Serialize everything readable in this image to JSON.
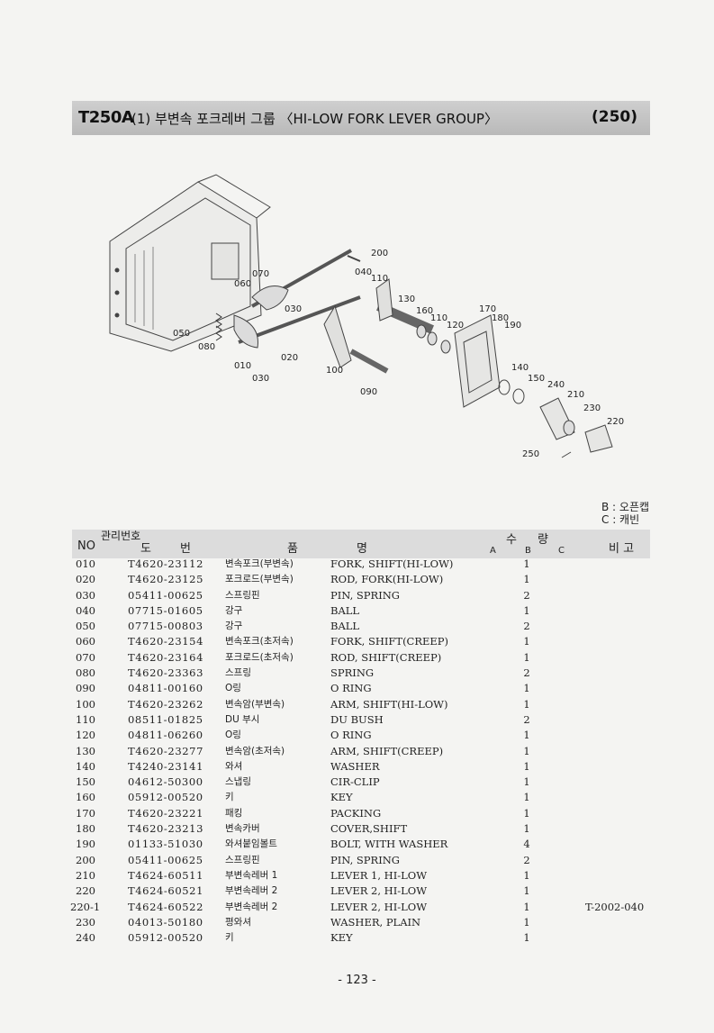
{
  "header": {
    "model": "T250A",
    "title": "(1) 부변속 포크레버 그룹 〈HI-LOW FORK LEVER GROUP〉",
    "page_code": "(250)"
  },
  "diagram": {
    "labels": [
      "200",
      "040",
      "110",
      "070",
      "060",
      "030",
      "130",
      "160",
      "110",
      "120",
      "170",
      "180",
      "190",
      "050",
      "080",
      "010",
      "020",
      "030",
      "100",
      "090",
      "140",
      "150",
      "240",
      "210",
      "230",
      "220",
      "250"
    ]
  },
  "legend": {
    "line_b": "B : 오픈캡",
    "line_c": "C : 캐빈"
  },
  "table": {
    "headers": {
      "no": "NO",
      "mgmt": "관리번호",
      "drawing_1": "도",
      "drawing_2": "번",
      "name_1": "품",
      "name_2": "명",
      "qty_1": "수",
      "qty_2": "량",
      "a": "A",
      "b": "B",
      "c": "C",
      "remarks": "비 고"
    },
    "rows": [
      {
        "no": "010",
        "drawing": "T4620-23112",
        "name_kr": "변속포크(부변속)",
        "name_en": "FORK, SHIFT(HI-LOW)",
        "qty_b": "1",
        "remarks": ""
      },
      {
        "no": "020",
        "drawing": "T4620-23125",
        "name_kr": "포크로드(부변속)",
        "name_en": "ROD, FORK(HI-LOW)",
        "qty_b": "1",
        "remarks": ""
      },
      {
        "no": "030",
        "drawing": "05411-00625",
        "name_kr": "스프링핀",
        "name_en": "PIN, SPRING",
        "qty_b": "2",
        "remarks": ""
      },
      {
        "no": "040",
        "drawing": "07715-01605",
        "name_kr": "강구",
        "name_en": "BALL",
        "qty_b": "1",
        "remarks": ""
      },
      {
        "no": "050",
        "drawing": "07715-00803",
        "name_kr": "강구",
        "name_en": "BALL",
        "qty_b": "2",
        "remarks": ""
      },
      {
        "no": "060",
        "drawing": "T4620-23154",
        "name_kr": "변속포크(초저속)",
        "name_en": "FORK, SHIFT(CREEP)",
        "qty_b": "1",
        "remarks": ""
      },
      {
        "no": "070",
        "drawing": "T4620-23164",
        "name_kr": "포크로드(초저속)",
        "name_en": "ROD, SHIFT(CREEP)",
        "qty_b": "1",
        "remarks": ""
      },
      {
        "no": "080",
        "drawing": "T4620-23363",
        "name_kr": "스프링",
        "name_en": "SPRING",
        "qty_b": "2",
        "remarks": ""
      },
      {
        "no": "090",
        "drawing": "04811-00160",
        "name_kr": "O링",
        "name_en": "O RING",
        "qty_b": "1",
        "remarks": ""
      },
      {
        "no": "100",
        "drawing": "T4620-23262",
        "name_kr": "변속암(부변속)",
        "name_en": "ARM, SHIFT(HI-LOW)",
        "qty_b": "1",
        "remarks": ""
      },
      {
        "no": "110",
        "drawing": "08511-01825",
        "name_kr": "DU 부시",
        "name_en": "DU BUSH",
        "qty_b": "2",
        "remarks": ""
      },
      {
        "no": "120",
        "drawing": "04811-06260",
        "name_kr": "O링",
        "name_en": "O RING",
        "qty_b": "1",
        "remarks": ""
      },
      {
        "no": "130",
        "drawing": "T4620-23277",
        "name_kr": "변속암(초저속)",
        "name_en": "ARM, SHIFT(CREEP)",
        "qty_b": "1",
        "remarks": ""
      },
      {
        "no": "140",
        "drawing": "T4240-23141",
        "name_kr": "와셔",
        "name_en": "WASHER",
        "qty_b": "1",
        "remarks": ""
      },
      {
        "no": "150",
        "drawing": "04612-50300",
        "name_kr": "스냅링",
        "name_en": "CIR-CLIP",
        "qty_b": "1",
        "remarks": ""
      },
      {
        "no": "160",
        "drawing": "05912-00520",
        "name_kr": "키",
        "name_en": "KEY",
        "qty_b": "1",
        "remarks": ""
      },
      {
        "no": "170",
        "drawing": "T4620-23221",
        "name_kr": "패킹",
        "name_en": "PACKING",
        "qty_b": "1",
        "remarks": ""
      },
      {
        "no": "180",
        "drawing": "T4620-23213",
        "name_kr": "변속카버",
        "name_en": "COVER,SHIFT",
        "qty_b": "1",
        "remarks": ""
      },
      {
        "no": "190",
        "drawing": "01133-51030",
        "name_kr": "와셔붙임볼트",
        "name_en": "BOLT, WITH WASHER",
        "qty_b": "4",
        "remarks": ""
      },
      {
        "no": "200",
        "drawing": "05411-00625",
        "name_kr": "스프링핀",
        "name_en": "PIN, SPRING",
        "qty_b": "2",
        "remarks": ""
      },
      {
        "no": "210",
        "drawing": "T4624-60511",
        "name_kr": "부변속레버 1",
        "name_en": "LEVER 1, HI-LOW",
        "qty_b": "1",
        "remarks": ""
      },
      {
        "no": "220",
        "drawing": "T4624-60521",
        "name_kr": "부변속레버 2",
        "name_en": "LEVER 2, HI-LOW",
        "qty_b": "1",
        "remarks": ""
      },
      {
        "no": "220-1",
        "drawing": "T4624-60522",
        "name_kr": "부변속레버 2",
        "name_en": "LEVER 2, HI-LOW",
        "qty_b": "1",
        "remarks": "T-2002-040"
      },
      {
        "no": "230",
        "drawing": "04013-50180",
        "name_kr": "평와셔",
        "name_en": "WASHER, PLAIN",
        "qty_b": "1",
        "remarks": ""
      },
      {
        "no": "240",
        "drawing": "05912-00520",
        "name_kr": "키",
        "name_en": "KEY",
        "qty_b": "1",
        "remarks": ""
      }
    ]
  },
  "footer": {
    "page_number": "- 123 -"
  }
}
